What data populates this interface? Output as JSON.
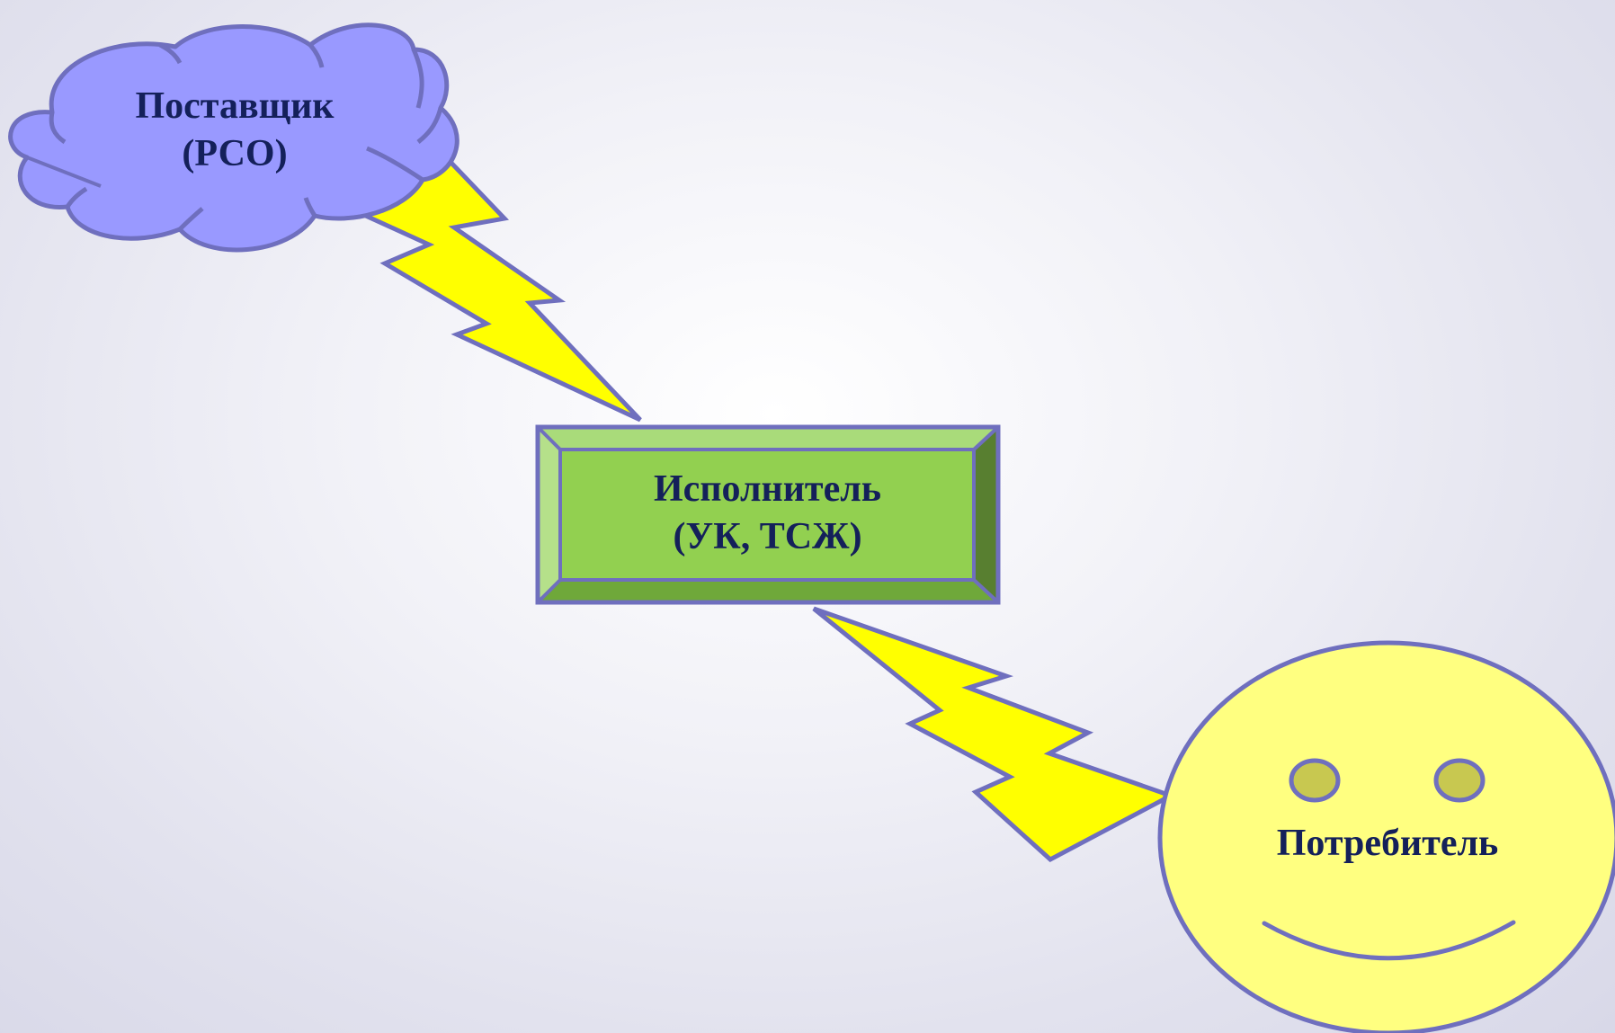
{
  "supplier": {
    "line1": "Поставщик",
    "line2": "(РСО)"
  },
  "executor": {
    "line1": "Исполнитель",
    "line2": "(УК, ТСЖ)"
  },
  "consumer": {
    "label": "Потребитель"
  },
  "colors": {
    "background": "#e6e6f0",
    "cloud_fill": "#9999ff",
    "outline": "#6f6fbe",
    "lightning_fill": "#ffff00",
    "bevel_face": "#92d050",
    "bevel_top": "#a9db7a",
    "bevel_bottom": "#6fa83a",
    "bevel_right": "#587f30",
    "smiley_fill": "#ffff80",
    "eye_fill": "#c8c850",
    "text": "#14205a"
  }
}
